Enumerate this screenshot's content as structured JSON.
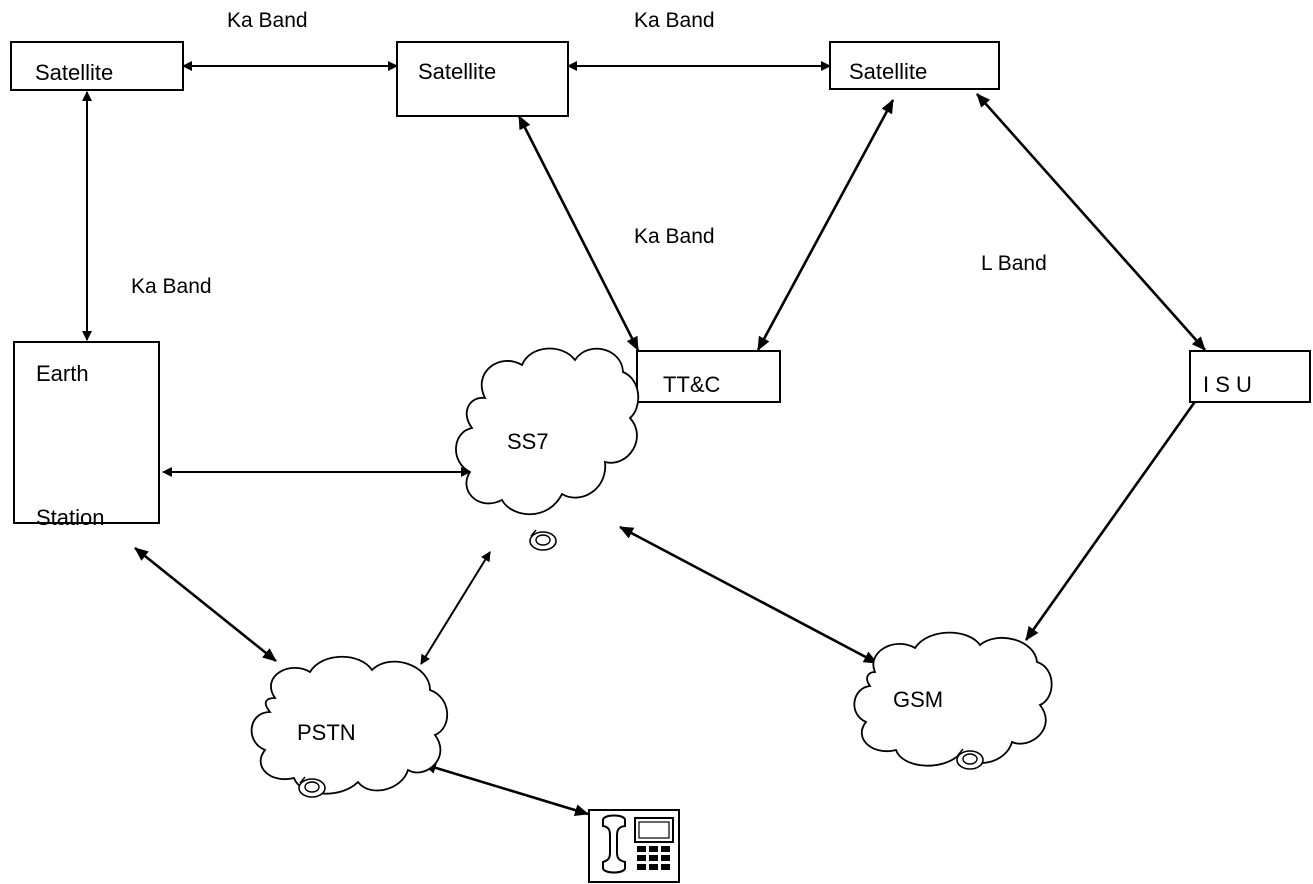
{
  "nodes": {
    "satellite_left": "Satellite",
    "satellite_center": "Satellite",
    "satellite_right": "Satellite",
    "ttc": "TT&C",
    "isu": "I S U",
    "earth_station_line1": "Earth",
    "earth_station_line2": "Station",
    "ss7": "SS7",
    "pstn": "PSTN",
    "gsm": "GSM"
  },
  "links": {
    "sat_left_center": "Ka Band",
    "sat_center_right": "Ka Band",
    "sat_left_earth": "Ka Band",
    "ttc_links": "Ka Band",
    "sat_right_isu": "L Band"
  },
  "icons": {
    "cloud_connector": "connector-icon",
    "telephone": "telephone-icon"
  }
}
